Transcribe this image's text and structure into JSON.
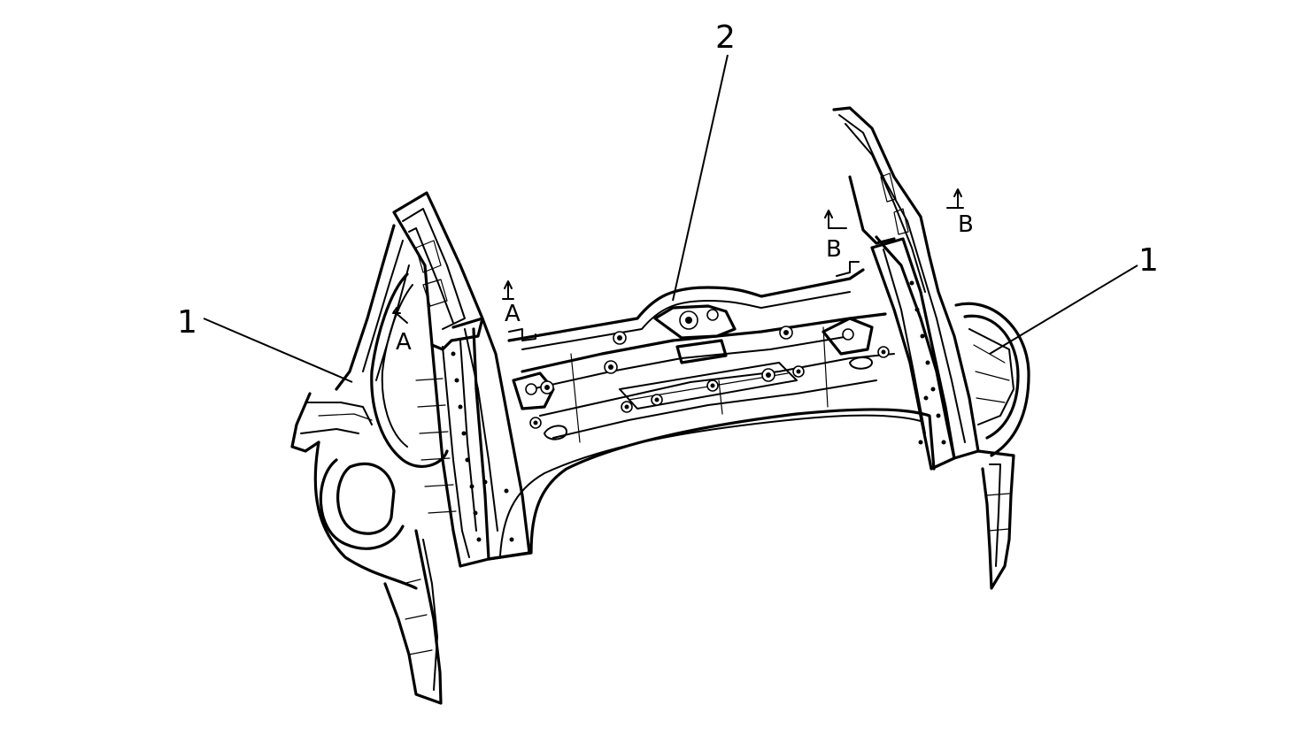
{
  "callouts": {
    "left_part": "1",
    "center_part": "2",
    "right_part": "1"
  },
  "section_markers": {
    "a_left": "A",
    "a_right": "A",
    "b_left": "B",
    "b_right": "B"
  },
  "colors": {
    "line": "#000000",
    "background": "#ffffff"
  }
}
